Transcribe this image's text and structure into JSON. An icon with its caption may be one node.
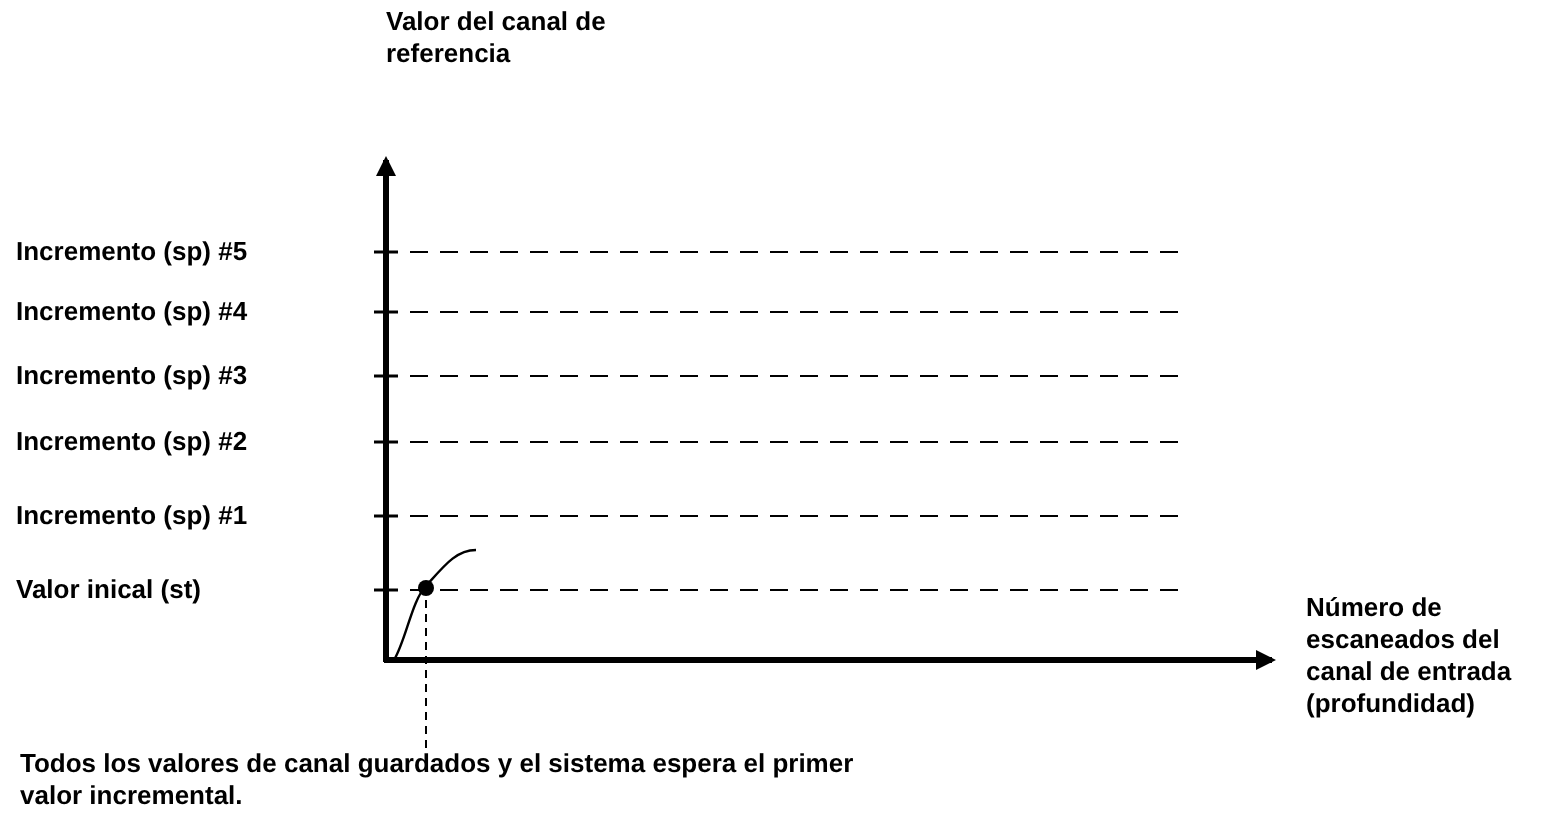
{
  "diagram": {
    "nodes": [
      {
        "text": [
          "Todos los valores de canal guardados y el sistema espera el primer valor incremental."
        ]
      },
      {
        "text": [],
        "shape": "circle"
      }
    ],
    "edges": [
      {
        "from": 0,
        "to": 1,
        "arrow": "none",
        "style": "dashed"
      }
    ],
    "labels": [
      "Valor del canal de referencia",
      "Incremento (sp) #5",
      "Incremento (sp) #4",
      "Incremento (sp) #3",
      "Incremento (sp) #2",
      "Incremento (sp) #1",
      "Valor inical (st)",
      "Número de escaneados del canal de entrada (profundidad)"
    ]
  }
}
